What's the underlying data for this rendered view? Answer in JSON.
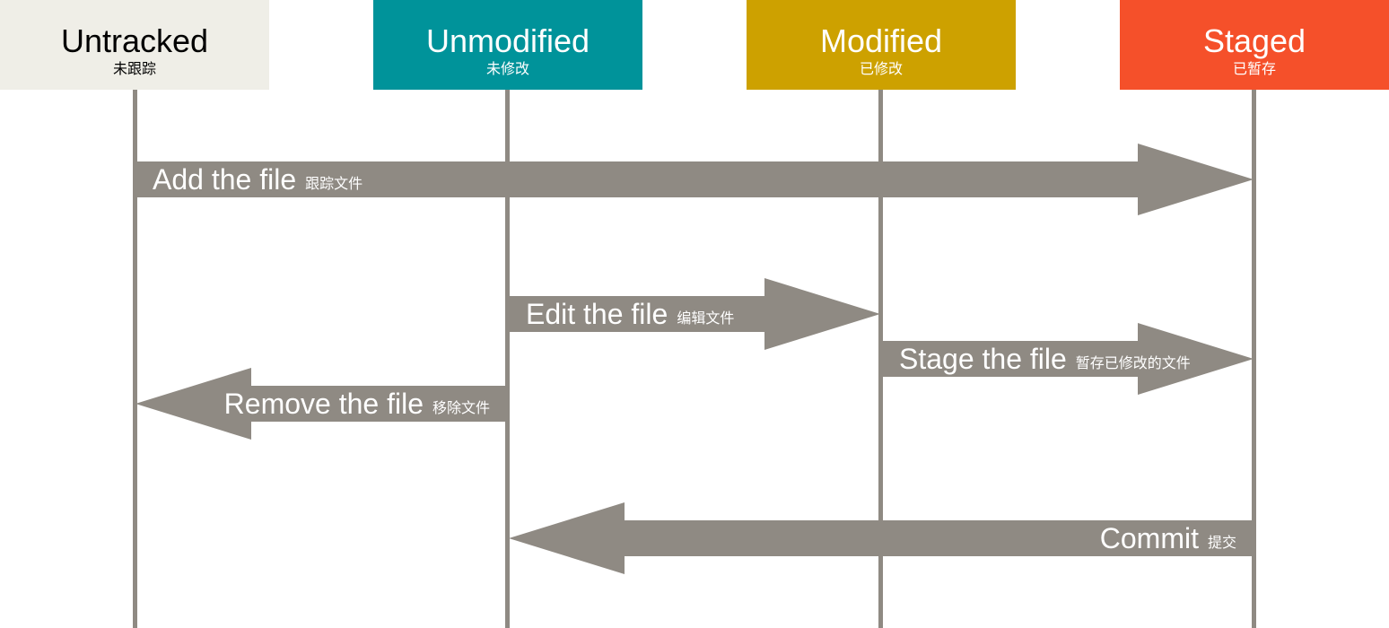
{
  "colors": {
    "line": "#8f8a83",
    "white": "#ffffff",
    "untracked_bg": "#efeee7",
    "untracked_text": "#000000",
    "unmodified_bg": "#00939a",
    "modified_bg": "#cda100",
    "staged_bg": "#f5502a"
  },
  "states": {
    "untracked": {
      "label": "Untracked",
      "sublabel": "未跟踪"
    },
    "unmodified": {
      "label": "Unmodified",
      "sublabel": "未修改"
    },
    "modified": {
      "label": "Modified",
      "sublabel": "已修改"
    },
    "staged": {
      "label": "Staged",
      "sublabel": "已暂存"
    }
  },
  "transitions": {
    "add": {
      "label": "Add the file",
      "sublabel": "跟踪文件",
      "from": "Untracked",
      "to": "Staged"
    },
    "edit": {
      "label": "Edit the file",
      "sublabel": "编辑文件",
      "from": "Unmodified",
      "to": "Modified"
    },
    "stage": {
      "label": "Stage the file",
      "sublabel": "暂存已修改的文件",
      "from": "Modified",
      "to": "Staged"
    },
    "remove": {
      "label": "Remove the file",
      "sublabel": "移除文件",
      "from": "Unmodified",
      "to": "Untracked"
    },
    "commit": {
      "label": "Commit",
      "sublabel": "提交",
      "from": "Staged",
      "to": "Unmodified"
    }
  }
}
